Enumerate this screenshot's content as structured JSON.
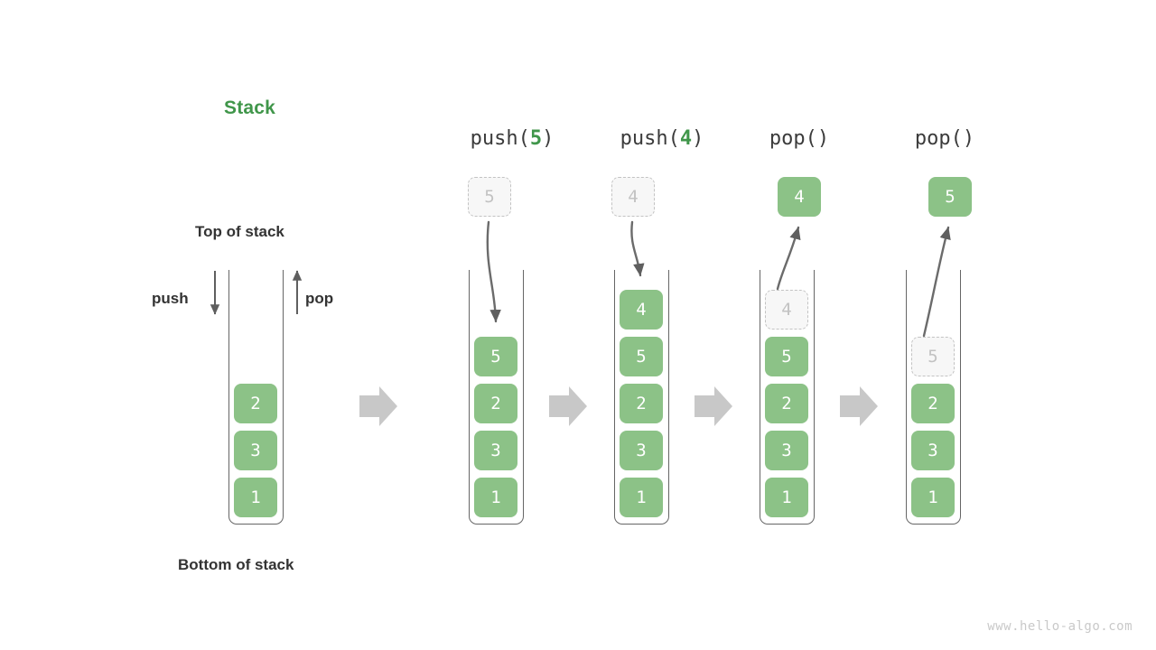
{
  "diagram": {
    "title": "Stack",
    "title_color": "#40964a",
    "accent_color": "#8cc287",
    "labels": {
      "top_of_stack": "Top of stack",
      "bottom_of_stack": "Bottom of stack",
      "push": "push",
      "pop": "pop"
    },
    "watermark": "www.hello-algo.com"
  },
  "initial_stack": {
    "name": "initial",
    "cells": [
      "2",
      "3",
      "1"
    ]
  },
  "steps": [
    {
      "id": "push-5",
      "op_prefix": "push(",
      "op_value": "5",
      "op_suffix": ")",
      "kind": "push",
      "floating_value": "5",
      "floating_state": "ghost",
      "cells": [
        "5",
        "2",
        "3",
        "1"
      ]
    },
    {
      "id": "push-4",
      "op_prefix": "push(",
      "op_value": "4",
      "op_suffix": ")",
      "kind": "push",
      "floating_value": "4",
      "floating_state": "ghost",
      "cells": [
        "4",
        "5",
        "2",
        "3",
        "1"
      ]
    },
    {
      "id": "pop-1",
      "op_prefix": "pop(",
      "op_value": "",
      "op_suffix": ")",
      "kind": "pop",
      "floating_value": "4",
      "floating_state": "popped",
      "ghost_value": "4",
      "cells": [
        "5",
        "2",
        "3",
        "1"
      ]
    },
    {
      "id": "pop-2",
      "op_prefix": "pop(",
      "op_value": "",
      "op_suffix": ")",
      "kind": "pop",
      "floating_value": "5",
      "floating_state": "popped",
      "ghost_value": "5",
      "cells": [
        "2",
        "3",
        "1"
      ]
    }
  ],
  "transition_arrows": [
    "arrow-1",
    "arrow-2",
    "arrow-3"
  ]
}
